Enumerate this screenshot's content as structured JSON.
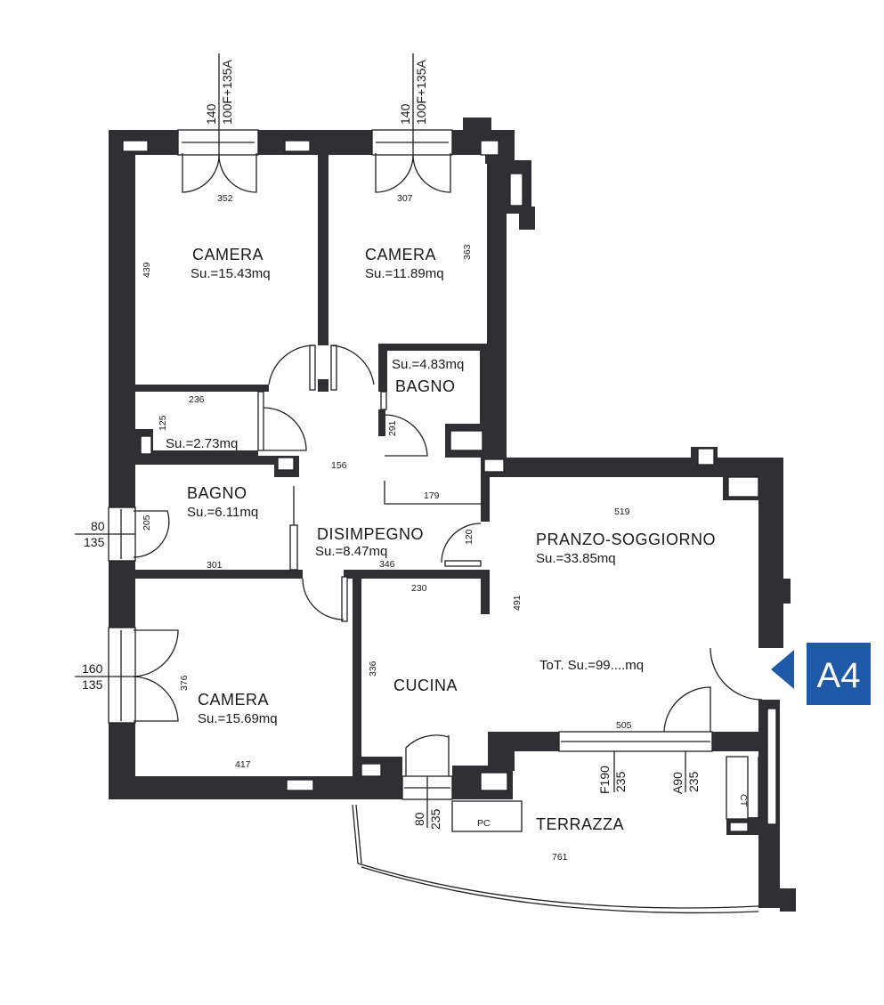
{
  "rooms": {
    "camera_nw": {
      "name": "CAMERA",
      "area": "Su.=15.43mq"
    },
    "camera_ne": {
      "name": "CAMERA",
      "area": "Su.=11.89mq"
    },
    "bagno_ne": {
      "name": "BAGNO",
      "area": "Su.=4.83mq"
    },
    "ripostiglio": {
      "area": "Su.=2.73mq"
    },
    "bagno_w": {
      "name": "BAGNO",
      "area": "Su.=6.11mq"
    },
    "disimpegno": {
      "name": "DISIMPEGNO",
      "area": "Su.=8.47mq"
    },
    "pranzo": {
      "name": "PRANZO-SOGGIORNO",
      "area": "Su.=33.85mq"
    },
    "cucina": {
      "name": "CUCINA"
    },
    "camera_sw": {
      "name": "CAMERA",
      "area": "Su.=15.69mq"
    },
    "terrazza": {
      "name": "TERRAZZA"
    }
  },
  "total": "ToT. Su.=99....mq",
  "unit_badge": "A4",
  "dimensions": {
    "d352": "352",
    "d307": "307",
    "d439": "439",
    "d363": "363",
    "d236": "236",
    "d125": "125",
    "d156": "156",
    "d291": "291",
    "d179": "179",
    "d205": "205",
    "d301": "301",
    "d346": "346",
    "d230": "230",
    "d120": "120",
    "d519": "519",
    "d491": "491",
    "d336": "336",
    "d376": "376",
    "d417": "417",
    "d505": "505",
    "d761": "761"
  },
  "windows": {
    "top_left_w": "140",
    "top_left_h": "100F+135A",
    "top_right_w": "140",
    "top_right_h": "100F+135A",
    "left1_w": "80",
    "left1_h": "135",
    "left2_w": "160",
    "left2_h": "135",
    "bottom_k_w": "80",
    "bottom_k_h": "235",
    "bottom_f_w": "F190",
    "bottom_f_h": "235",
    "bottom_a_w": "A90",
    "bottom_a_h": "235"
  },
  "fixtures": {
    "pc": "PC",
    "ct": "CT"
  }
}
